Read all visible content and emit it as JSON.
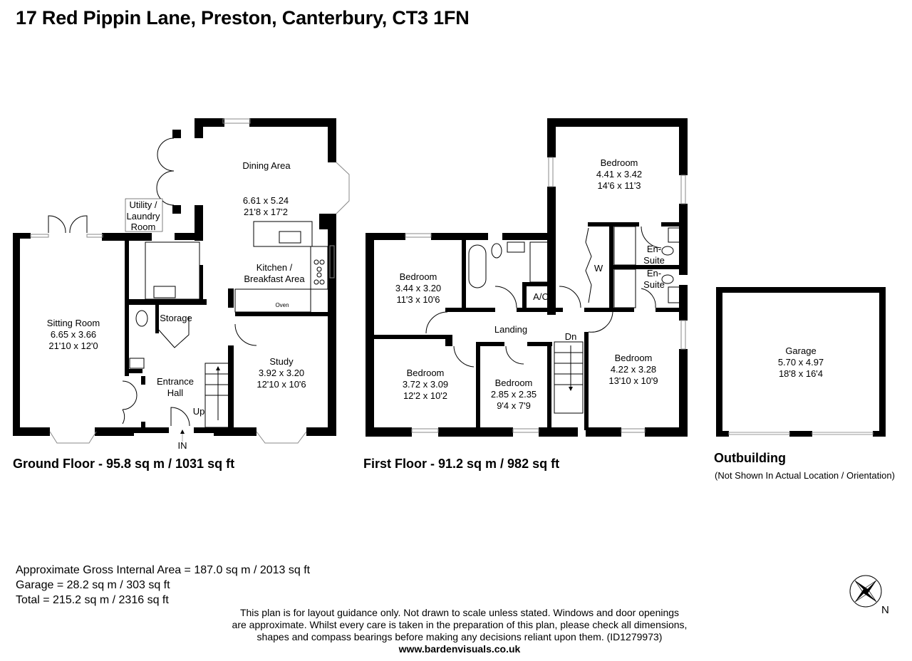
{
  "title": "17 Red Pippin Lane, Preston, Canterbury, CT3 1FN",
  "ground_floor": {
    "caption": "Ground Floor - 95.8 sq m / 1031 sq ft",
    "rooms": {
      "dining": {
        "name": "Dining Area",
        "metric": "6.61 x 5.24",
        "imperial": "21'8 x 17'2"
      },
      "kitchen": {
        "name_line1": "Kitchen /",
        "name_line2": "Breakfast Area",
        "oven": "Oven"
      },
      "utility": {
        "line1": "Utility /",
        "line2": "Laundry",
        "line3": "Room"
      },
      "sitting": {
        "name": "Sitting Room",
        "metric": "6.65 x 3.66",
        "imperial": "21'10 x 12'0"
      },
      "storage": {
        "name": "Storage"
      },
      "entrance": {
        "line1": "Entrance",
        "line2": "Hall"
      },
      "study": {
        "name": "Study",
        "metric": "3.92 x 3.20",
        "imperial": "12'10 x 10'6"
      }
    },
    "stairs_label": "Up",
    "entry_label": "IN"
  },
  "first_floor": {
    "caption": "First Floor - 91.2 sq m / 982 sq ft",
    "rooms": {
      "bedroom_master": {
        "name": "Bedroom",
        "metric": "4.41 x 3.42",
        "imperial": "14'6 x 11'3"
      },
      "bedroom_2": {
        "name": "Bedroom",
        "metric": "3.44 x 3.20",
        "imperial": "11'3 x 10'6"
      },
      "bedroom_3": {
        "name": "Bedroom",
        "metric": "3.72 x 3.09",
        "imperial": "12'2 x 10'2"
      },
      "bedroom_4": {
        "name": "Bedroom",
        "metric": "2.85 x 2.35",
        "imperial": "9'4 x 7'9"
      },
      "bedroom_5": {
        "name": "Bedroom",
        "metric": "4.22 x 3.28",
        "imperial": "13'10 x 10'9"
      },
      "ensuite_1": {
        "line1": "En-",
        "line2": "Suite"
      },
      "ensuite_2": {
        "line1": "En-",
        "line2": "Suite"
      },
      "wardrobe": "W",
      "airing_cupboard": "A/C",
      "landing": "Landing"
    },
    "stairs_label": "Dn"
  },
  "outbuilding": {
    "title": "Outbuilding",
    "note": "(Not Shown In Actual Location / Orientation)",
    "garage": {
      "name": "Garage",
      "metric": "5.70 x 4.97",
      "imperial": "18'8 x 16'4"
    }
  },
  "areas": {
    "gross": "Approximate Gross Internal Area = 187.0 sq m / 2013 sq ft",
    "garage": "Garage = 28.2 sq m / 303 sq ft",
    "total": "Total = 215.2 sq m / 2316 sq ft"
  },
  "disclaimer": {
    "line1": "This plan is for layout guidance only. Not drawn to scale unless stated. Windows and door openings",
    "line2": "are approximate. Whilst every care is taken in the preparation of this plan, please check all dimensions,",
    "line3": "shapes and compass bearings before making any decisions reliant upon them. (ID1279973)",
    "website": "www.bardenvisuals.co.uk"
  },
  "compass": {
    "north_label": "N"
  },
  "colors": {
    "wall": "#000000",
    "line": "#000000",
    "window": "#bbbbbb",
    "background": "#ffffff"
  }
}
